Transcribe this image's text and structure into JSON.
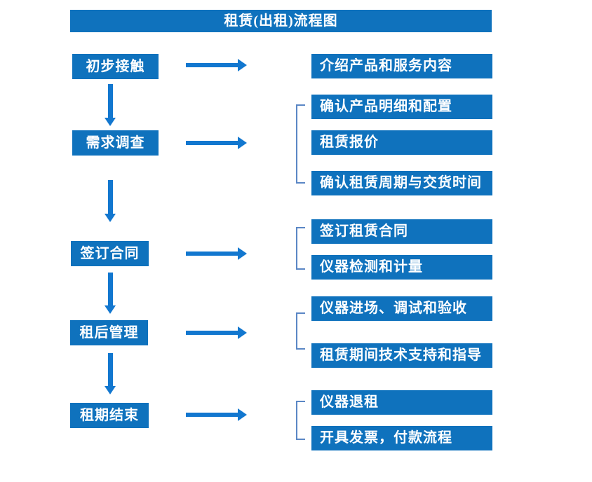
{
  "title": "租赁(出租)流程图",
  "colors": {
    "box_fill": "#0f72bd",
    "arrow": "#1277cf",
    "bracket": "#5b87c5",
    "box_text": "#ffffff",
    "background": "#ffffff"
  },
  "stages": [
    {
      "step": "初步接触",
      "details": [
        "介绍产品和服务内容"
      ]
    },
    {
      "step": "需求调查",
      "details": [
        "确认产品明细和配置",
        "租赁报价",
        "确认租赁周期与交货时间"
      ]
    },
    {
      "step": "签订合同",
      "details": [
        "签订租赁合同",
        "仪器检测和计量"
      ]
    },
    {
      "step": "租后管理",
      "details": [
        "仪器进场、调试和验收",
        "租赁期间技术支持和指导"
      ]
    },
    {
      "step": "租期结束",
      "details": [
        "仪器退租",
        "开具发票，付款流程"
      ]
    }
  ]
}
